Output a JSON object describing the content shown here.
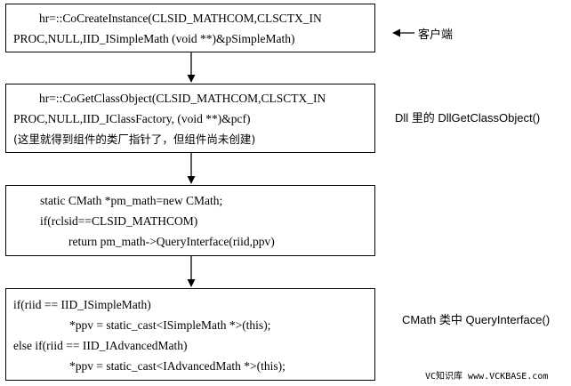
{
  "boxes": [
    {
      "lines": [
        "hr=::CoCreateInstance(CLSID_MATHCOM,CLSCTX_IN",
        "PROC,NULL,IID_ISimpleMath    (void **)&pSimpleMath)"
      ]
    },
    {
      "lines": [
        "hr=::CoGetClassObject(CLSID_MATHCOM,CLSCTX_IN",
        "PROC,NULL,IID_IClassFactory,  (void **)&pcf)",
        "(这里就得到组件的类厂指针了，但组件尚未创建)"
      ]
    },
    {
      "lines": [
        "static CMath *pm_math=new CMath;",
        "if(rclsid==CLSID_MATHCOM)",
        "return pm_math->QueryInterface(riid,ppv)"
      ]
    },
    {
      "lines": [
        "if(riid == IID_ISimpleMath)",
        "*ppv = static_cast<ISimpleMath *>(this);",
        "else if(riid == IID_IAdvancedMath)",
        "*ppv = static_cast<IAdvancedMath *>(this);"
      ]
    }
  ],
  "labels": {
    "client": "客户端",
    "dll_get_class_object": "Dll 里的 DllGetClassObject()",
    "cmath_query_interface": "CMath 类中 QueryInterface()"
  },
  "watermark": "VC知识库 www.VCKBASE.com"
}
